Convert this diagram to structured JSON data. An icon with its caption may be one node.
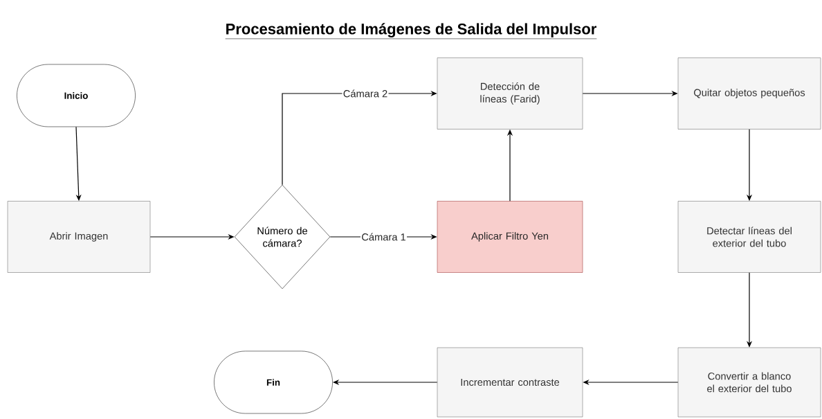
{
  "diagram": {
    "title": "Procesamiento de Imágenes de Salida del Impulsor",
    "nodes": [
      {
        "text": [
          "Inicio"
        ]
      },
      {
        "text": [
          "Abrir Imagen"
        ]
      },
      {
        "text": [
          "Número de cámara?"
        ]
      },
      {
        "text": [
          "Aplicar Filtro Yen"
        ]
      },
      {
        "text": [
          "Detección de líneas (Farid)"
        ]
      },
      {
        "text": [
          "Quitar objetos pequeños"
        ]
      },
      {
        "text": [
          "Detectar líneas del exterior del tubo"
        ]
      },
      {
        "text": [
          "Convertir a blanco el exterior del tubo"
        ]
      },
      {
        "text": [
          "Incrementar contraste"
        ]
      },
      {
        "text": [
          "Fin"
        ]
      }
    ],
    "edges": [
      {
        "from": 0,
        "to": 1,
        "arrow": "to"
      },
      {
        "from": 1,
        "to": 2,
        "arrow": "to"
      },
      {
        "from": 2,
        "to": 3,
        "arrow": "to",
        "label": "Cámara 1"
      },
      {
        "from": 2,
        "to": 4,
        "arrow": "to",
        "label": "Cámara 2"
      },
      {
        "from": 3,
        "to": 4,
        "arrow": "to"
      },
      {
        "from": 4,
        "to": 5,
        "arrow": "to"
      },
      {
        "from": 5,
        "to": 6,
        "arrow": "to"
      },
      {
        "from": 6,
        "to": 7,
        "arrow": "to"
      },
      {
        "from": 7,
        "to": 8,
        "arrow": "to"
      },
      {
        "from": 8,
        "to": 9,
        "arrow": "to"
      }
    ]
  }
}
